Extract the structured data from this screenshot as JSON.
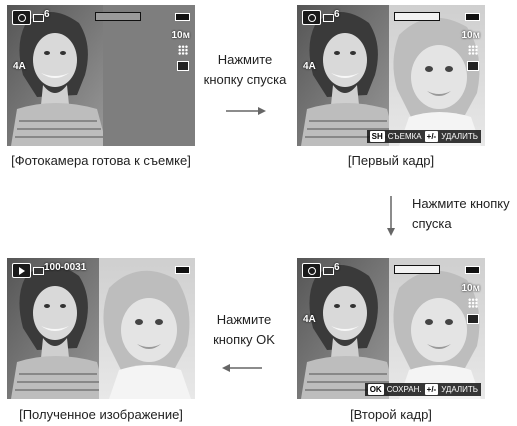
{
  "panels": [
    {
      "id": "ready",
      "count": "6",
      "size_label": "10м",
      "flash_label": "4A",
      "caption": "[Фотокамера готова к съемке]"
    },
    {
      "id": "first",
      "count": "6",
      "size_label": "10м",
      "flash_label": "4A",
      "soft_key": "SH",
      "soft_label": "СЪЕМКА",
      "soft_key2": "+/-",
      "soft_label2": "УДАЛИТЬ",
      "caption": "[Первый кадр]"
    },
    {
      "id": "second",
      "count": "6",
      "size_label": "10м",
      "flash_label": "4A",
      "soft_key": "OK",
      "soft_label": "СОХРАН.",
      "soft_key2": "+/-",
      "soft_label2": "УДАЛИТЬ",
      "caption": "[Второй кадр]"
    },
    {
      "id": "result",
      "count": "100-0031",
      "caption": "[Полученное изображение]"
    }
  ],
  "instructions": {
    "press_shutter_1": [
      "Нажмите",
      "кнопку спуска"
    ],
    "press_shutter_2": [
      "Нажмите кнопку",
      "спуска"
    ],
    "press_ok": [
      "Нажмите",
      "кнопку OK"
    ]
  }
}
